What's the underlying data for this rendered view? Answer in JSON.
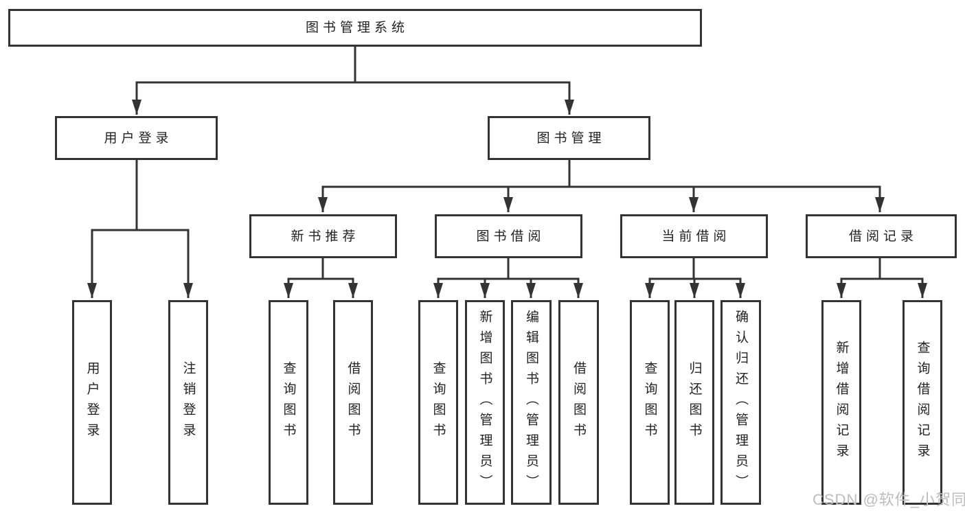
{
  "diagram": {
    "title": "图书管理系统",
    "branches": [
      {
        "label": "用户登录",
        "children": [
          {
            "label": "用户登录"
          },
          {
            "label": "注销登录"
          }
        ]
      },
      {
        "label": "图书管理",
        "children": [
          {
            "label": "新书推荐",
            "children": [
              {
                "label": "查询图书"
              },
              {
                "label": "借阅图书"
              }
            ]
          },
          {
            "label": "图书借阅",
            "children": [
              {
                "label": "查询图书"
              },
              {
                "label": "新增图书（管理员）"
              },
              {
                "label": "编辑图书（管理员）"
              },
              {
                "label": "借阅图书"
              }
            ]
          },
          {
            "label": "当前借阅",
            "children": [
              {
                "label": "查询图书"
              },
              {
                "label": "归还图书"
              },
              {
                "label": "确认归还（管理员）"
              }
            ]
          },
          {
            "label": "借阅记录",
            "children": [
              {
                "label": "新增借阅记录"
              },
              {
                "label": "查询借阅记录"
              }
            ]
          }
        ]
      }
    ]
  },
  "watermark": {
    "text": "CSDN @软件_小贺同学"
  },
  "colors": {
    "line": "#333333",
    "box_border": "#333333",
    "text": "#222222",
    "watermark": "#bcbcbc",
    "background": "#ffffff"
  }
}
